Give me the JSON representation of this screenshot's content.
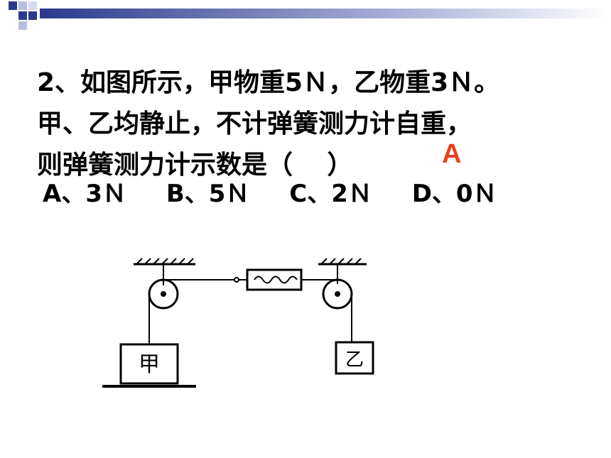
{
  "question": {
    "lines": [
      "2、如图所示，甲物重5Ｎ，乙物重3Ｎ。",
      "甲、乙均静止，不计弹簧测力计自重，",
      "则弹簧测力计示数是（　 ）"
    ]
  },
  "answer": "A",
  "options": [
    "A、3Ｎ",
    "B、5Ｎ",
    "C、2Ｎ",
    "D、0Ｎ"
  ],
  "diagram": {
    "left_block_label": "甲",
    "right_block_label": "乙"
  },
  "colors": {
    "answer": "#e8411e",
    "deco_dark": "#2a3a8c",
    "deco_light": "#b7bfe0"
  }
}
